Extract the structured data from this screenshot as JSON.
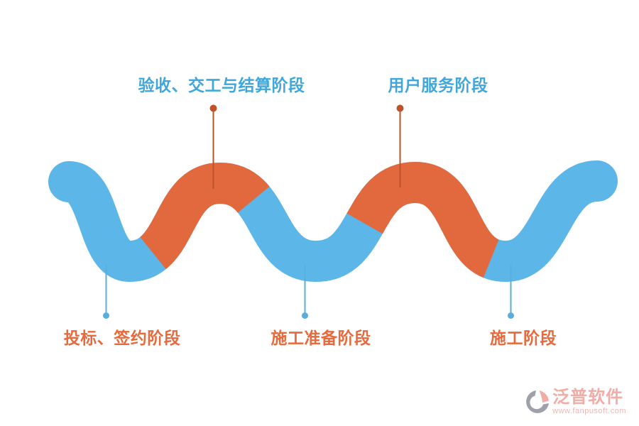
{
  "diagram": {
    "stages": [
      {
        "label": "投标、签约阶段",
        "position": "bottom"
      },
      {
        "label": "验收、交工与结算阶段",
        "position": "top"
      },
      {
        "label": "施工准备阶段",
        "position": "bottom"
      },
      {
        "label": "用户服务阶段",
        "position": "top"
      },
      {
        "label": "施工阶段",
        "position": "bottom"
      }
    ]
  },
  "colors": {
    "ribbon_blue": "#5cb6e8",
    "ribbon_orange": "#e2693e",
    "label_blue": "#3fa7dc",
    "label_orange": "#e7693c",
    "marker_blue": "#58aedd",
    "marker_orange": "#bc5329",
    "watermark_pink": "#f1aca5",
    "watermark_gray": "#9ea0aa"
  },
  "watermark": {
    "brand": "泛普软件",
    "url": "www.fanpusoft.com"
  }
}
